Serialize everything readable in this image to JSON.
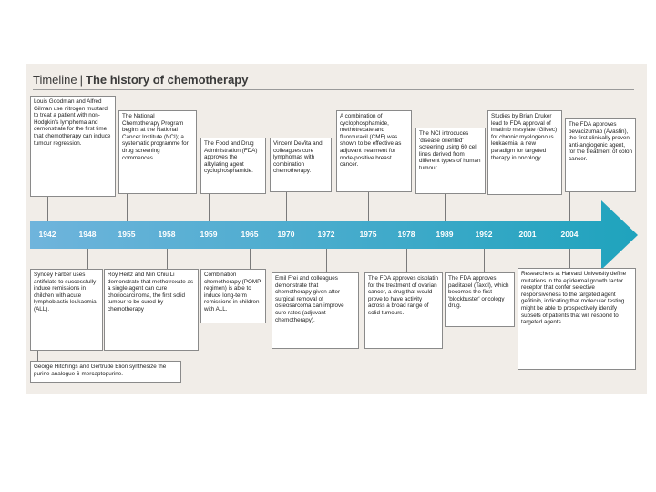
{
  "title": {
    "prefix": "Timeline",
    "separator": "|",
    "main": "The history of chemotherapy"
  },
  "years": [
    "1942",
    "1948",
    "1955",
    "1958",
    "1959",
    "1965",
    "1970",
    "1972",
    "1975",
    "1978",
    "1989",
    "1992",
    "2001",
    "2004"
  ],
  "top_events": [
    "Louis Goodman and Alfred Gilman use nitrogen mustard to treat a patient with non-Hodgkin's lymphoma and demonstrate for the first time that chemotherapy can induce tumour regression.",
    "The National Chemotherapy Program begins at the National Cancer Institute (NCI); a systematic programme for drug screening commences.",
    "The Food and Drug Administration (FDA) approves the alkylating agent cyclophosphamide.",
    "Vincent DeVita and colleagues cure lymphomas with combination chemotherapy.",
    "A combination of cyclophosphamide, methotrexate and fluorouracil (CMF) was shown to be effective as adjuvant treatment for node-positive breast cancer.",
    "The NCI introduces 'disease oriented' screening using 60 cell lines derived from different types of human tumour.",
    "Studies by Brian Druker lead to FDA approval of imatinib mesylate (Glivec) for chronic myelogenous leukaemia, a new paradigm for targeted therapy in oncology.",
    "The FDA approves bevacizumab (Avastin), the first clinically proven anti-angiogenic agent, for the treatment of colon cancer."
  ],
  "bottom_events": [
    "Syndey Farber uses antifolate to successfully induce remissions in children with acute lymphoblastic leukaemia (ALL).",
    "Roy Hertz and Min Chiu Li demonstrate that methotrexate as a single agent can cure choriocarcinoma, the first solid tumour to be cured by chemotherapy",
    "Combination chemotherapy (POMP regimen) is able to induce long-term remissions in children with ALL.",
    "Emil Frei and colleagues demonstrate that chemotherapy given after surgical removal of osteosarcoma can improve cure rates (adjuvant chemotherapy).",
    "The FDA approves cisplatin for the treatment of ovarian cancer, a drug that would prove to have activity across a broad range of solid tumours.",
    "The FDA approves paclitaxel (Taxol), which becomes the first 'blockbuster' oncology drug.",
    "Researchers at Harvard University define mutations in the epidermal growth factor receptor that confer selective responsiveness to the targeted agent gefitinib, indicating that molecular testing might be able to prospectively identify subsets of patients that will respond to targeted agents.",
    "George Hitchings and Gertrude Elion synthesize the purine analogue 6-mercaptopurine."
  ],
  "colors": {
    "arrow_start": "#6fb4dc",
    "arrow_end": "#1fa3bd",
    "panel": "#f1ede8"
  }
}
